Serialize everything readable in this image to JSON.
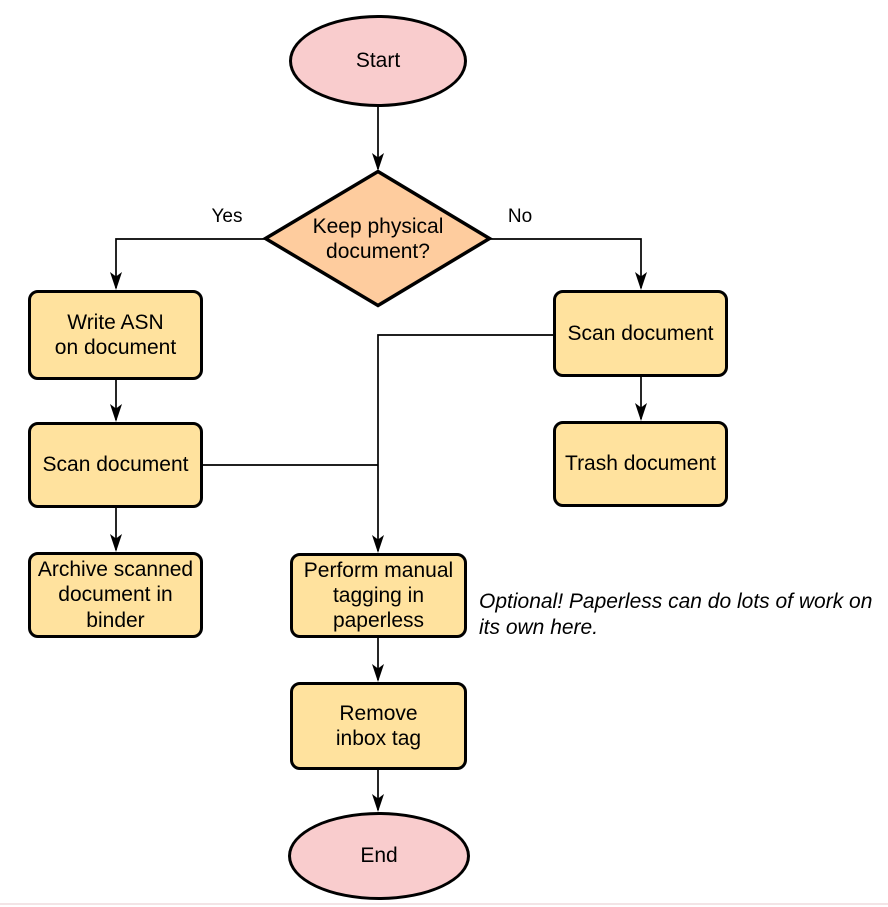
{
  "diagram": {
    "type": "flowchart",
    "background": "#ffffff",
    "colors": {
      "terminator_fill": "#f9cccd",
      "decision_fill": "#fecc9e",
      "process_fill": "#ffe29e",
      "stroke": "#000000",
      "text": "#000000"
    },
    "nodes": {
      "start": {
        "type": "terminator",
        "label": "Start"
      },
      "decision": {
        "type": "decision",
        "label": "Keep physical\ndocument?"
      },
      "write_asn": {
        "type": "process",
        "label": "Write ASN\non document"
      },
      "scan_left": {
        "type": "process",
        "label": "Scan document"
      },
      "archive": {
        "type": "process",
        "label": "Archive scanned\ndocument in\nbinder"
      },
      "scan_right": {
        "type": "process",
        "label": "Scan document"
      },
      "trash": {
        "type": "process",
        "label": "Trash document"
      },
      "tagging": {
        "type": "process",
        "label": "Perform manual\ntagging in\npaperless"
      },
      "remove_inbox": {
        "type": "process",
        "label": "Remove\ninbox tag"
      },
      "end": {
        "type": "terminator",
        "label": "End"
      }
    },
    "edge_labels": {
      "yes": "Yes",
      "no": "No"
    },
    "edges": [
      "Start -> Keep physical document?",
      "Keep physical document? -Yes-> Write ASN on document",
      "Keep physical document? -No-> Scan document (right)",
      "Write ASN on document -> Scan document (left)",
      "Scan document (left) -> Archive scanned document in binder",
      "Scan document (right) -> Trash document",
      "Scan document (left) -> Perform manual tagging in paperless",
      "Scan document (right) -> Perform manual tagging in paperless",
      "Perform manual tagging in paperless -> Remove inbox tag",
      "Remove inbox tag -> End"
    ],
    "annotation": "Optional! Paperless can do lots of work on\nits own here."
  }
}
